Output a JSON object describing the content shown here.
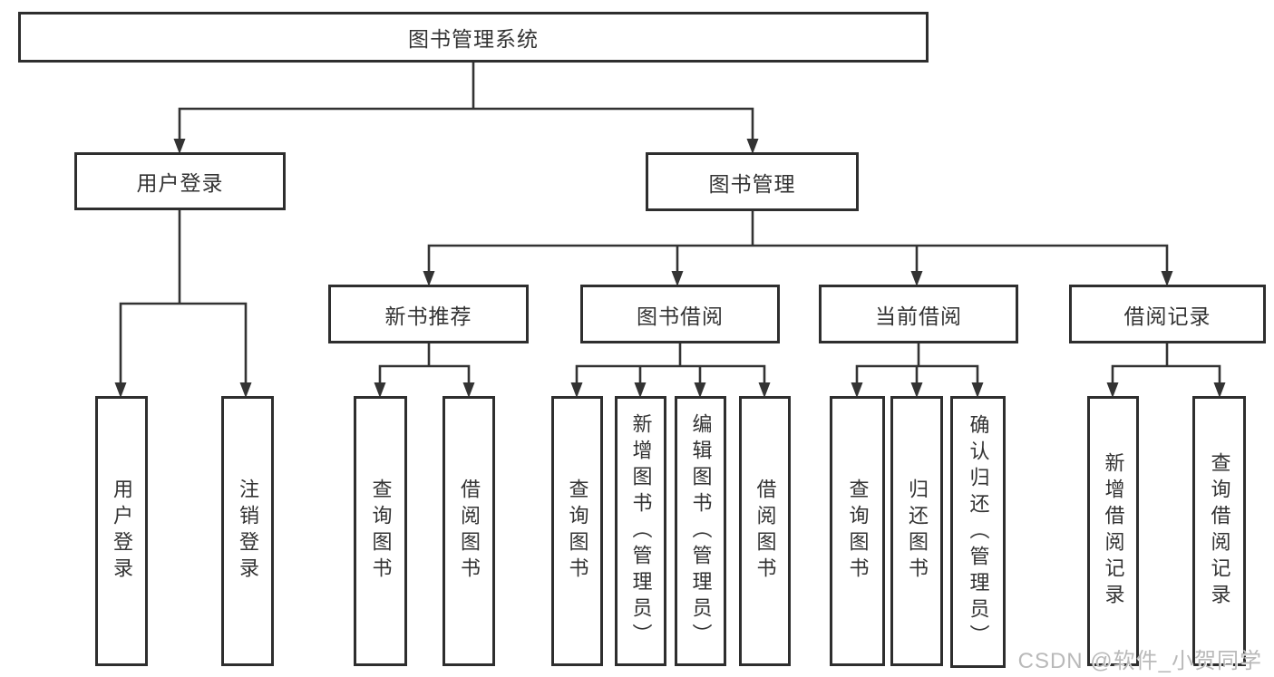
{
  "diagram": {
    "root": "图书管理系统",
    "branches": [
      {
        "label": "用户登录",
        "leaves": [
          "用户登录",
          "注销登录"
        ]
      },
      {
        "label": "图书管理",
        "children": [
          {
            "label": "新书推荐",
            "leaves": [
              "查询图书",
              "借阅图书"
            ]
          },
          {
            "label": "图书借阅",
            "leaves": [
              "查询图书",
              "新增图书（管理员）",
              "编辑图书（管理员）",
              "借阅图书"
            ]
          },
          {
            "label": "当前借阅",
            "leaves": [
              "查询图书",
              "归还图书",
              "确认归还（管理员）"
            ]
          },
          {
            "label": "借阅记录",
            "leaves": [
              "新增借阅记录",
              "查询借阅记录"
            ]
          }
        ]
      }
    ]
  },
  "watermark": "CSDN @软件_小贺同学",
  "colors": {
    "line": "#333333",
    "box_border": "#2e2e2e",
    "text": "#333333",
    "watermark": "#b9b9b9",
    "background": "#ffffff"
  }
}
